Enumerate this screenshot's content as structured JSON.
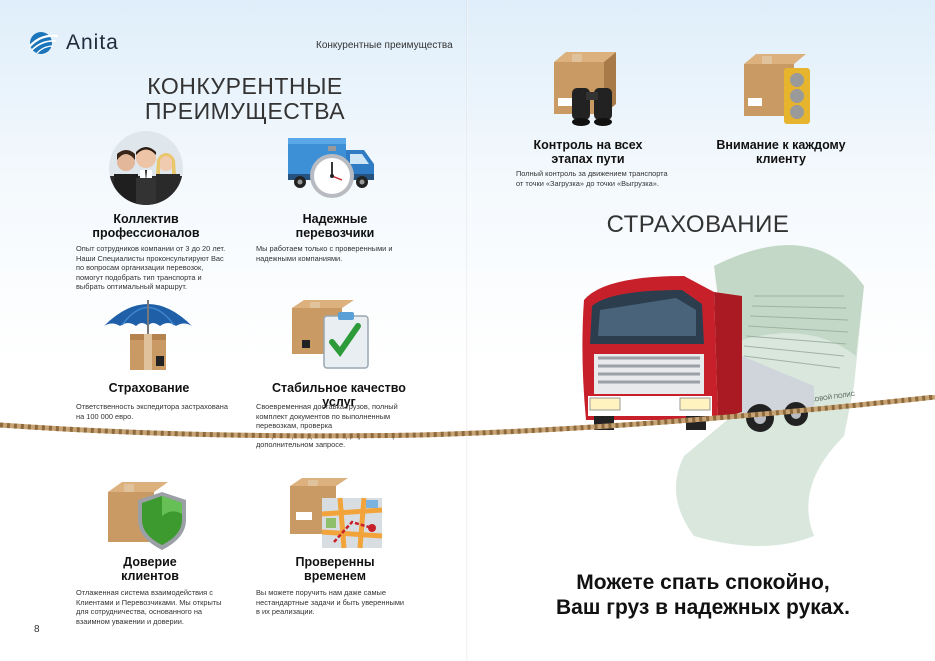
{
  "header": {
    "brand": "Anita",
    "running_head": "Конкурентные преимущества"
  },
  "left_page": {
    "title_line1": "КОНКУРЕНТНЫЕ",
    "title_line2": "ПРЕИМУЩЕСТВА",
    "page_number": "8",
    "features": {
      "team": {
        "title_line1": "Коллектив",
        "title_line2": "профессионалов",
        "text": [
          "Опыт сотрудников компании от 3 до 20 лет.",
          "Наши Специалисты проконсультируют Вас",
          "по вопросам организации перевозок,",
          "помогут подобрать тип транспорта и",
          "выбрать оптимальный маршрут."
        ]
      },
      "carriers": {
        "title_line1": "Надежные",
        "title_line2": "перевозчики",
        "text": [
          "Мы работаем только с проверенными и",
          "надежными компаниями."
        ]
      },
      "insurance": {
        "title_line1": "Страхование",
        "text": [
          "Ответственность экспедитора застрахована",
          "на 100 000 евро."
        ]
      },
      "quality": {
        "title_line1": "Стабильное качество услуг",
        "text": [
          "Своевременная доставка грузов, полный",
          "комплект документов по выполненным",
          "перевозкам, проверка",
          "товаросопроводительных документов при",
          "дополнительном запросе."
        ]
      },
      "trust": {
        "title_line1": "Доверие",
        "title_line2": "клиентов",
        "text": [
          "Отлаженная система взаимодействия с",
          "Клиентами и Перевозчиками. Мы открыты",
          "для сотрудничества, основанного на",
          "взаимном уважении и доверии."
        ]
      },
      "proven": {
        "title_line1": "Проверенны",
        "title_line2": "временем",
        "text": [
          "Вы можете поручить нам даже самые",
          "нестандартные задачи и быть уверенными",
          "в их реализации."
        ]
      }
    }
  },
  "right_page": {
    "features": {
      "control": {
        "title_line1": "Контроль на всех",
        "title_line2": "этапах пути",
        "text": [
          "Полный контроль за движением транспорта",
          "от точки «Загрузка» до точки «Выгрузка»."
        ]
      },
      "attention": {
        "title_line1": "Внимание к каждому",
        "title_line2": "клиенту"
      }
    },
    "insurance_title": "СТРАХОВАНИЕ",
    "policy_label": "СТРАХОВОЙ ПОЛИС",
    "slogan_line1": "Можете спать спокойно,",
    "slogan_line2": "Ваш груз в надежных руках."
  },
  "colors": {
    "accent_blue": "#1b75bb",
    "truck_red": "#c8202a",
    "shield_green": "#3c9a2e",
    "box_brown": "#c99a63"
  }
}
